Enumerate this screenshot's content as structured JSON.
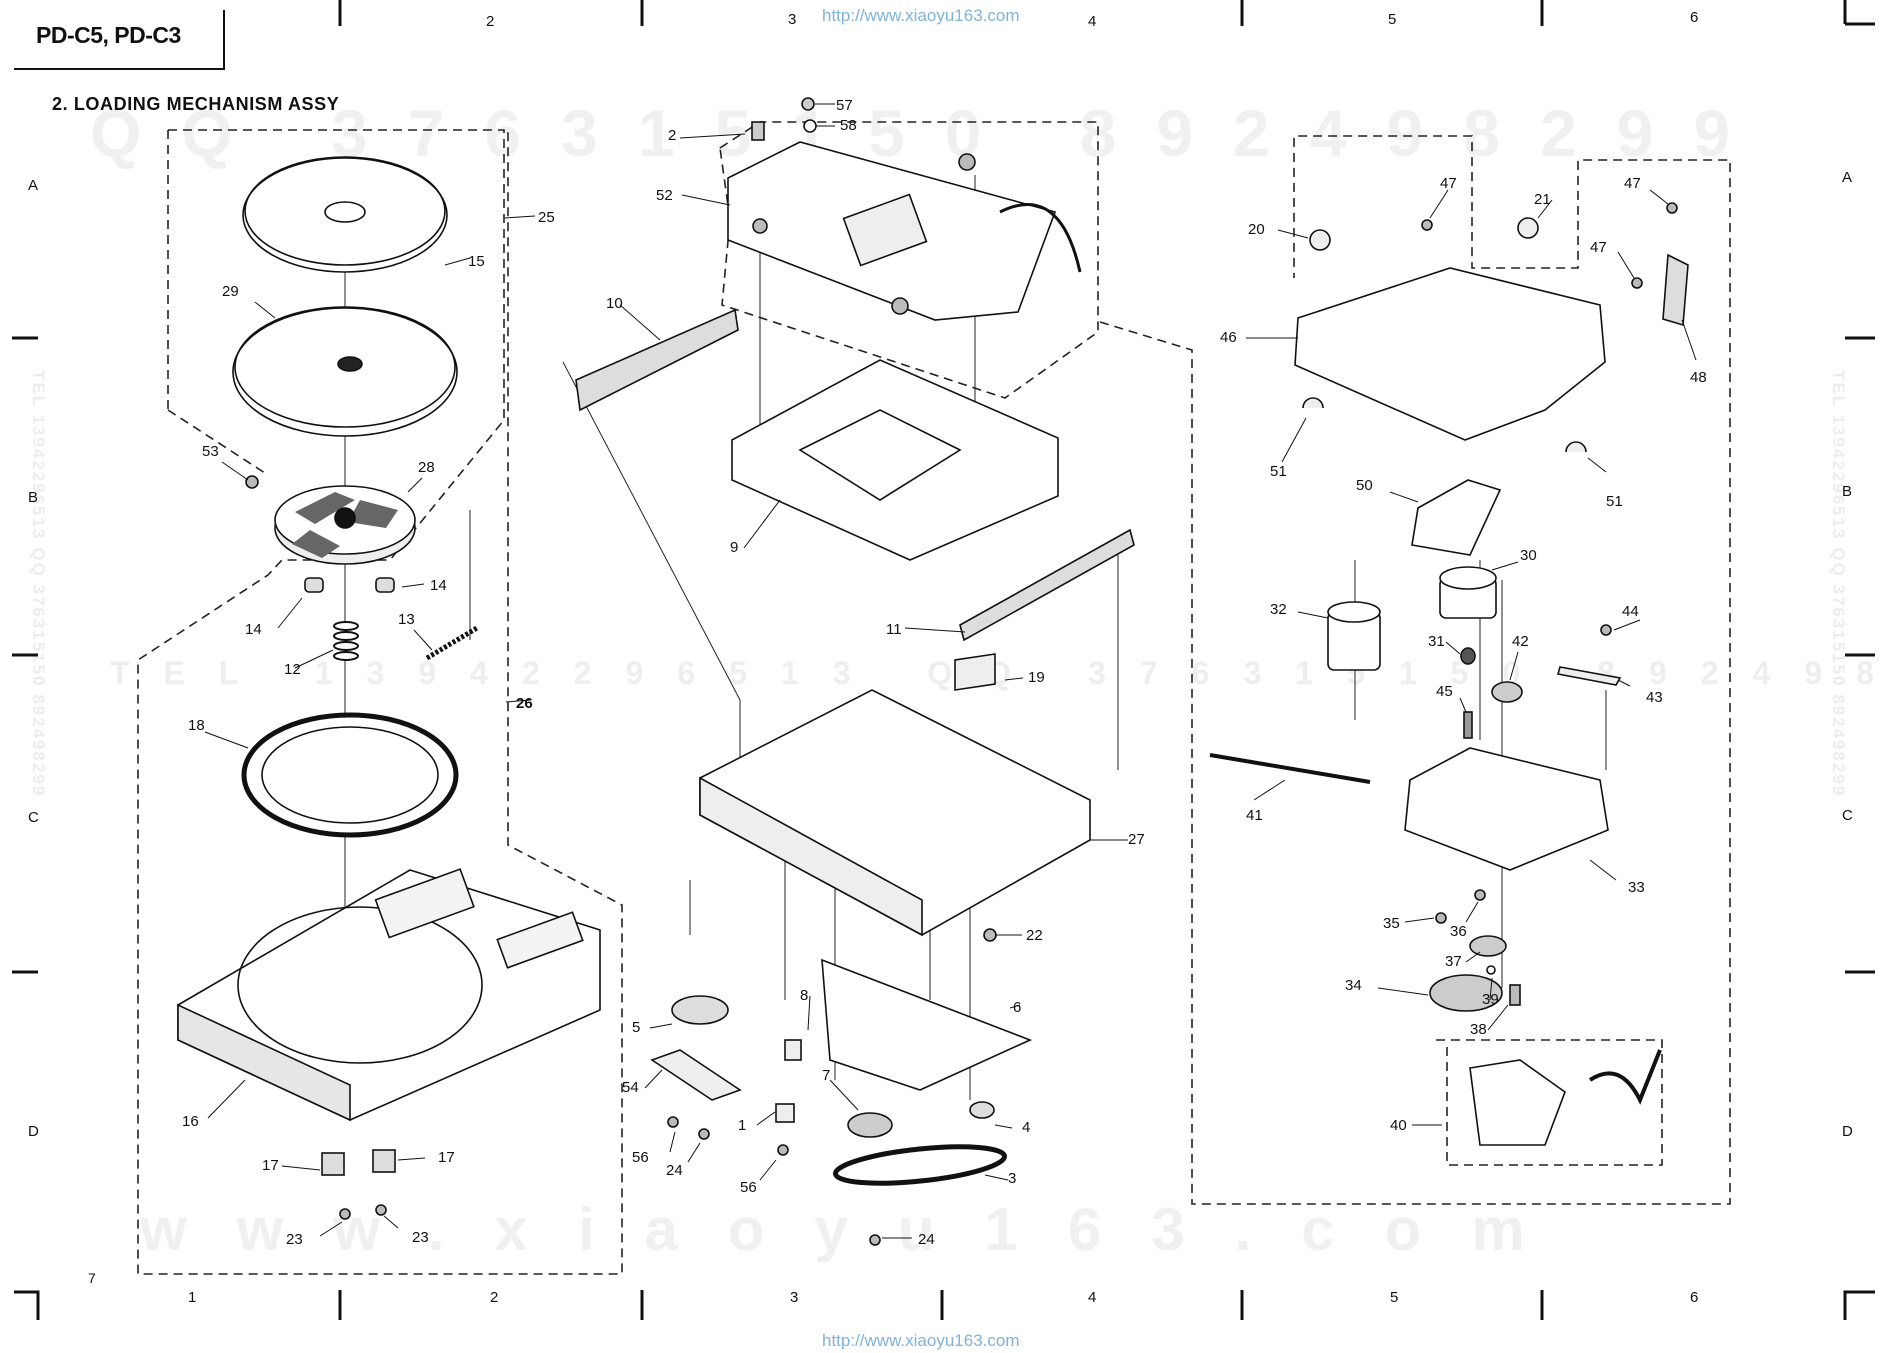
{
  "header": {
    "model": "PD-C5, PD-C3",
    "section_title": "2.  LOADING MECHANISM ASSY",
    "url_top": "http://www.xiaoyu163.com",
    "url_bottom": "http://www.xiaoyu163.com",
    "page_number": "7"
  },
  "grid": {
    "columns": [
      "1",
      "2",
      "3",
      "4",
      "5",
      "6"
    ],
    "rows": [
      "A",
      "B",
      "C",
      "D"
    ]
  },
  "watermarks": {
    "qq": "QQ 376315150 892498299",
    "tel": "TEL 13942296513 QQ 376315150 892498299",
    "www": "www.xiaoyu163.com",
    "side_left": "TEL 13942296513 QQ 376315150 892498299",
    "side_right": "TEL 13942296513 QQ 376315150 892498299"
  },
  "part_labels": [
    "1",
    "2",
    "3",
    "4",
    "5",
    "6",
    "7",
    "8",
    "9",
    "10",
    "11",
    "12",
    "13",
    "14",
    "14",
    "15",
    "16",
    "17",
    "17",
    "18",
    "19",
    "20",
    "21",
    "22",
    "23",
    "23",
    "24",
    "24",
    "25",
    "26",
    "27",
    "28",
    "29",
    "30",
    "31",
    "32",
    "33",
    "34",
    "35",
    "36",
    "37",
    "38",
    "39",
    "40",
    "41",
    "42",
    "43",
    "44",
    "45",
    "46",
    "47",
    "47",
    "47",
    "48",
    "50",
    "51",
    "51",
    "52",
    "53",
    "54",
    "56",
    "56",
    "57",
    "58"
  ]
}
